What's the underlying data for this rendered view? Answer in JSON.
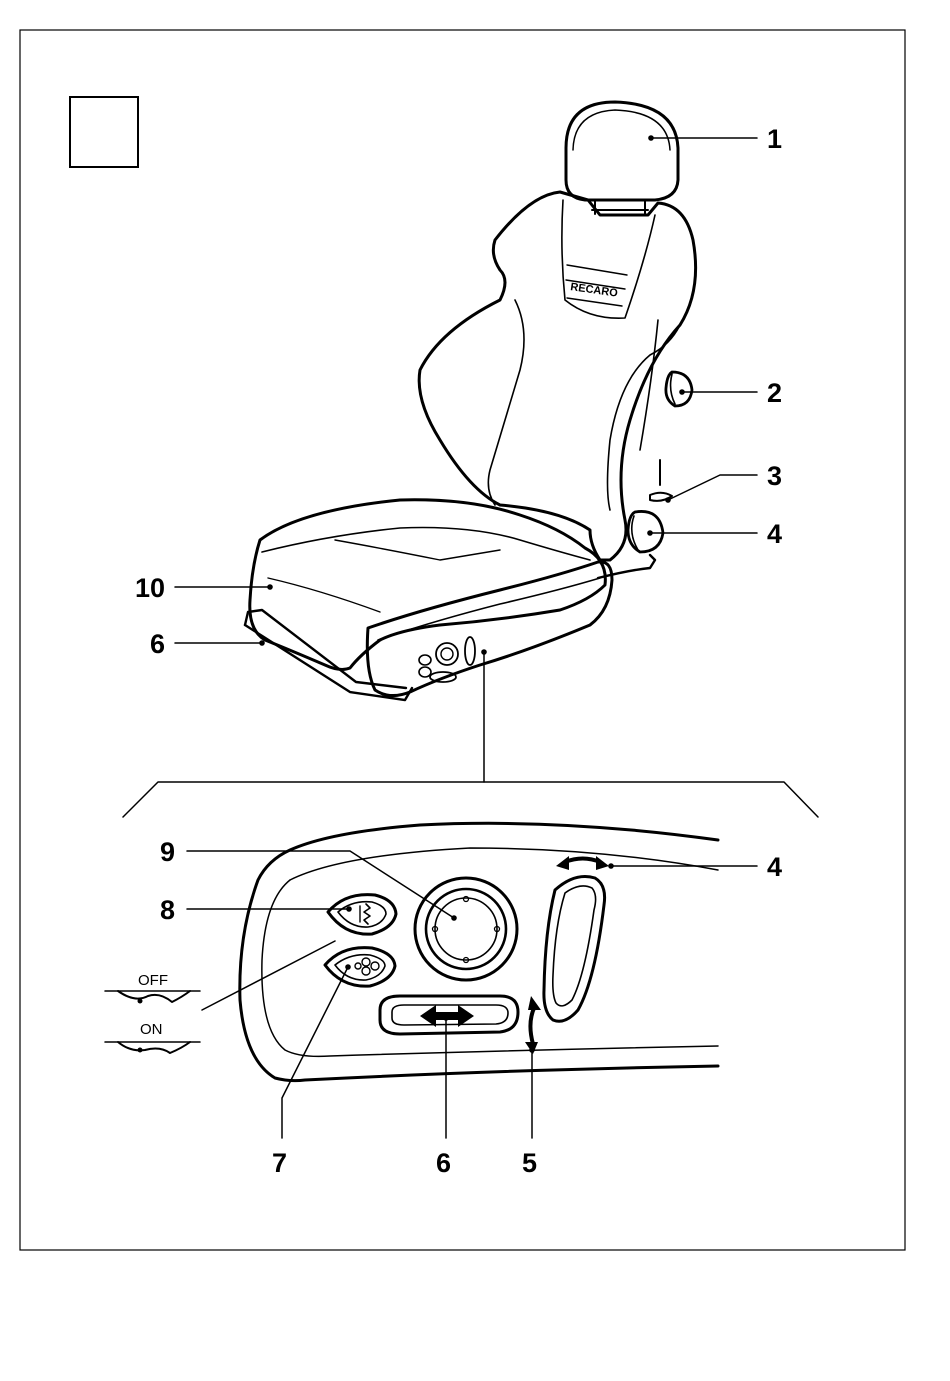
{
  "figure": {
    "brand_logo": "RECARO",
    "switch_states": {
      "off": "OFF",
      "on": "ON"
    },
    "callouts_top": [
      {
        "id": "headrest",
        "num": "1"
      },
      {
        "id": "backrest-knob",
        "num": "2"
      },
      {
        "id": "lever",
        "num": "3"
      },
      {
        "id": "recline-knob",
        "num": "4"
      },
      {
        "id": "seat-cushion",
        "num": "10"
      },
      {
        "id": "seat-rail",
        "num": "6"
      }
    ],
    "callouts_panel": [
      {
        "id": "joystick",
        "num": "9"
      },
      {
        "id": "heat-switch",
        "num": "8"
      },
      {
        "id": "backrest-rocker",
        "num": "4"
      },
      {
        "id": "fan-switch",
        "num": "7"
      },
      {
        "id": "slide-switch",
        "num": "6"
      },
      {
        "id": "tilt",
        "num": "5"
      }
    ],
    "icons": [
      "heat-icon",
      "fan-icon",
      "double-arrow-icon",
      "curved-arrow-icon"
    ]
  }
}
